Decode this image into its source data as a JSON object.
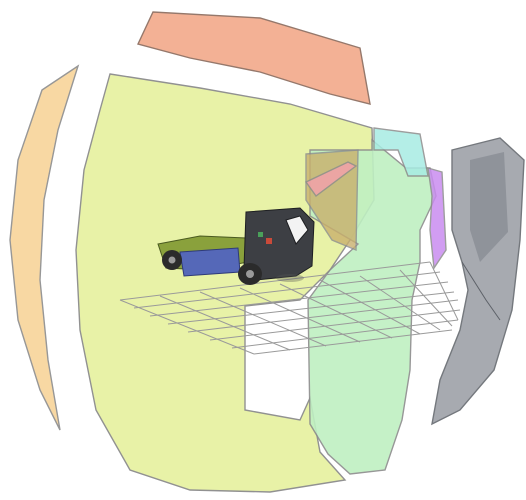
{
  "diagram": {
    "zones": [
      {
        "id": "upper-zone",
        "fill": "#f2a98a",
        "stroke": "#8a6a5c",
        "opacity": 0.9
      },
      {
        "id": "left-zone",
        "fill": "#f8d49a",
        "stroke": "#8c8c8c",
        "opacity": 0.9
      },
      {
        "id": "main-field",
        "fill": "#e7f2a3",
        "stroke": "#8c8c8c",
        "opacity": 0.95
      },
      {
        "id": "green-zone",
        "fill": "#bff0c2",
        "stroke": "#8c8c8c",
        "opacity": 0.9
      },
      {
        "id": "cyan-zone",
        "fill": "#a7ece3",
        "stroke": "#8c8c8c",
        "opacity": 0.85
      },
      {
        "id": "pink-zone",
        "fill": "#f5a0ad",
        "stroke": "#8c8c8c",
        "opacity": 0.8
      },
      {
        "id": "tan-zone",
        "fill": "#c9b06d",
        "stroke": "#8c8c8c",
        "opacity": 0.8
      },
      {
        "id": "violet-zone",
        "fill": "#c98cf0",
        "stroke": "#8c8c8c",
        "opacity": 0.85
      },
      {
        "id": "gray-zone",
        "fill": "#9ea1a8",
        "stroke": "#666a70",
        "opacity": 0.9
      }
    ],
    "ground_grid": {
      "color": "#9a9a9a"
    },
    "truck": {
      "cab_color": "#3d3f44",
      "trailer_color": "#8aa13c",
      "tank_color": "#5568b8",
      "wheel_color": "#2b2b2b"
    }
  }
}
